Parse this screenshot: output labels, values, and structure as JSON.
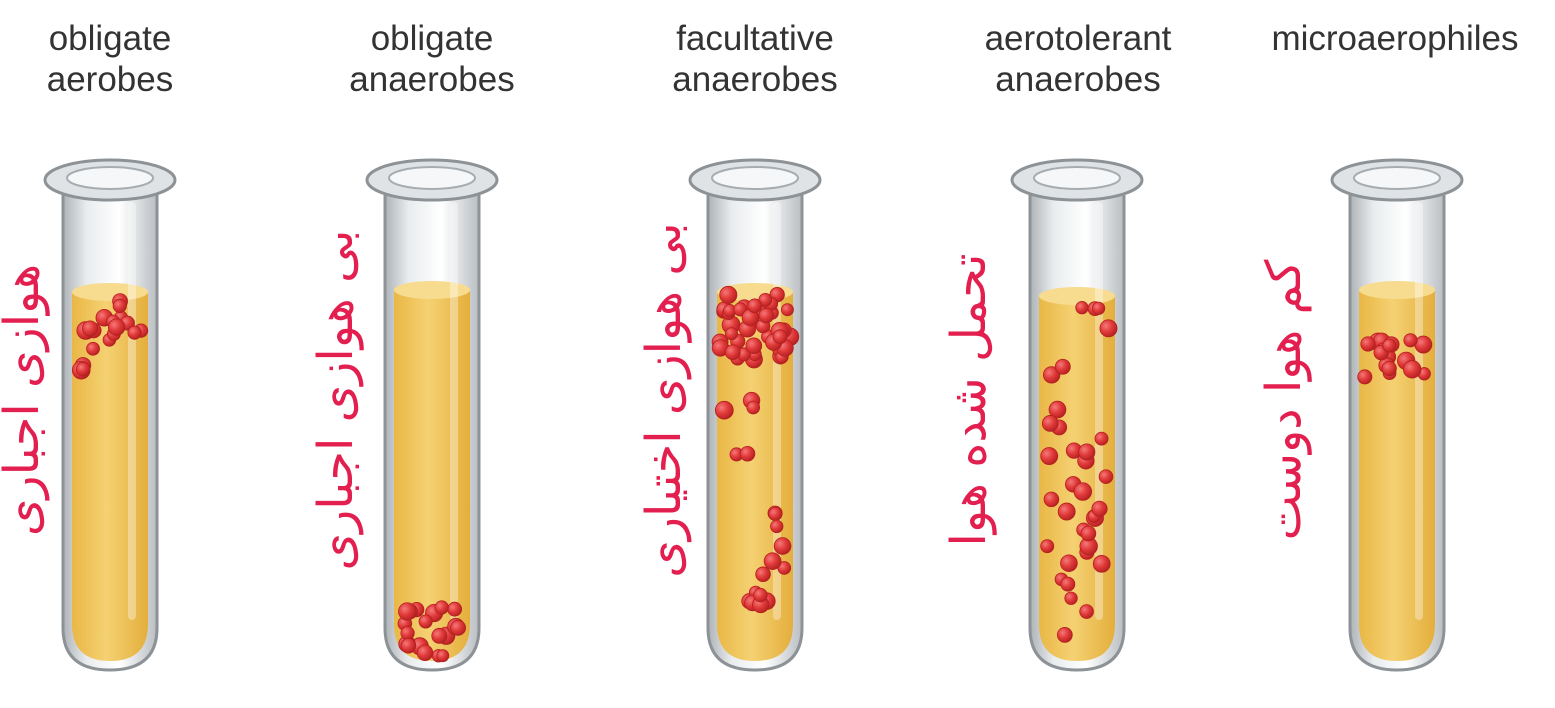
{
  "colors": {
    "glass": "#c9cdd1",
    "glass_edge": "#8c9296",
    "medium": "#f2c75c",
    "medium_light": "#f7dc90",
    "cell": "#e23b3b",
    "cell_dark": "#b42020",
    "handwriting": "#e31f4f"
  },
  "tubes": [
    {
      "label_line1": "obligate",
      "label_line2": "aerobes",
      "annotation": "هوازی اجباری"
    },
    {
      "label_line1": "obligate",
      "label_line2": "anaerobes",
      "annotation": "بی هوازی اجباری"
    },
    {
      "label_line1": "facultative",
      "label_line2": "anaerobes",
      "annotation": "بی هوازی اختیاری"
    },
    {
      "label_line1": "aerotolerant",
      "label_line2": "anaerobes",
      "annotation": "تحمل شده هوا"
    },
    {
      "label_line1": "",
      "label_line2": "microaerophiles",
      "annotation": "کم هوا دوست"
    }
  ]
}
